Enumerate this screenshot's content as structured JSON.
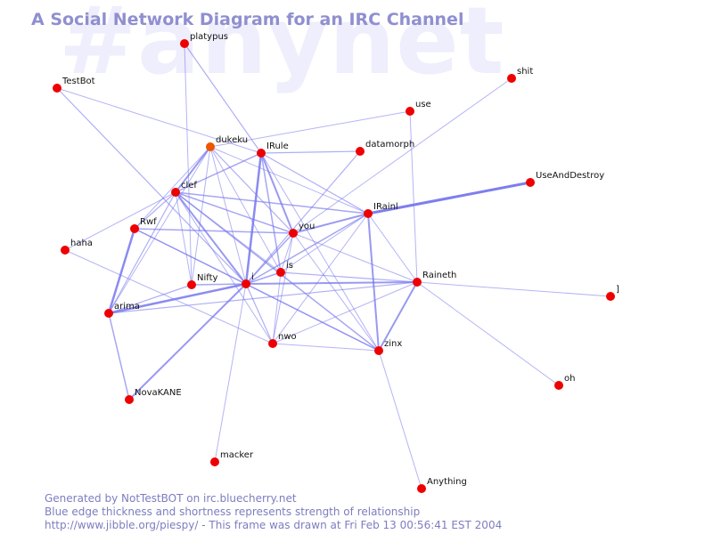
{
  "title": "A Social Network Diagram for an IRC Channel",
  "watermark": "#anynet",
  "footer": {
    "line1": "Generated by NotTestBOT on irc.bluecherry.net",
    "line2": "Blue edge thickness and shortness represents strength of relationship",
    "line3": "http://www.jibble.org/piespy/ - This frame was drawn at Fri Feb 13 00:56:41 EST 2004"
  },
  "colors": {
    "background": "#ffffff",
    "node": "#ee0000",
    "node_highlight": "#ee5500",
    "edge": "#7777ee",
    "title": "#8f8fd0",
    "watermark": "#eeeefc",
    "footer": "#7d7dc0"
  },
  "nodes": [
    {
      "id": "platypus",
      "label": "platypus"
    },
    {
      "id": "TestBot",
      "label": "TestBot"
    },
    {
      "id": "shit",
      "label": "shit"
    },
    {
      "id": "use",
      "label": "use"
    },
    {
      "id": "dukeku",
      "label": "dukeku",
      "highlight": true
    },
    {
      "id": "IRule",
      "label": "IRule"
    },
    {
      "id": "datamorph",
      "label": "datamorph"
    },
    {
      "id": "UseAndDestroy",
      "label": "UseAndDestroy"
    },
    {
      "id": "clef",
      "label": "clef"
    },
    {
      "id": "IRainl",
      "label": "IRainl"
    },
    {
      "id": "Rwf",
      "label": "Rwf"
    },
    {
      "id": "you",
      "label": "you"
    },
    {
      "id": "haha",
      "label": "haha"
    },
    {
      "id": "is",
      "label": "is"
    },
    {
      "id": "Nifty",
      "label": "Nifty"
    },
    {
      "id": "i",
      "label": "i"
    },
    {
      "id": "Raineth",
      "label": "Raineth"
    },
    {
      "id": "]",
      "label": "]"
    },
    {
      "id": "arima",
      "label": "arima"
    },
    {
      "id": "nwo",
      "label": "nwo"
    },
    {
      "id": "zinx",
      "label": "zinx"
    },
    {
      "id": "oh",
      "label": "oh"
    },
    {
      "id": "NovaKANE",
      "label": "NovaKANE"
    },
    {
      "id": "macker",
      "label": "macker"
    },
    {
      "id": "Anything",
      "label": "Anything"
    }
  ],
  "edges": [
    {
      "source": "platypus",
      "target": "IRule",
      "weight": 1.2
    },
    {
      "source": "platypus",
      "target": "Nifty",
      "weight": 1
    },
    {
      "source": "TestBot",
      "target": "IRule",
      "weight": 1
    },
    {
      "source": "TestBot",
      "target": "i",
      "weight": 1.2
    },
    {
      "source": "shit",
      "target": "you",
      "weight": 1
    },
    {
      "source": "use",
      "target": "Raineth",
      "weight": 1
    },
    {
      "source": "use",
      "target": "dukeku",
      "weight": 1
    },
    {
      "source": "dukeku",
      "target": "clef",
      "weight": 2
    },
    {
      "source": "dukeku",
      "target": "Nifty",
      "weight": 1
    },
    {
      "source": "dukeku",
      "target": "i",
      "weight": 1
    },
    {
      "source": "dukeku",
      "target": "you",
      "weight": 1.2
    },
    {
      "source": "dukeku",
      "target": "IRainl",
      "weight": 1
    },
    {
      "source": "dukeku",
      "target": "Rwf",
      "weight": 1
    },
    {
      "source": "dukeku",
      "target": "is",
      "weight": 1
    },
    {
      "source": "dukeku",
      "target": "arima",
      "weight": 1
    },
    {
      "source": "IRule",
      "target": "clef",
      "weight": 1.5
    },
    {
      "source": "IRule",
      "target": "i",
      "weight": 2.5
    },
    {
      "source": "IRule",
      "target": "you",
      "weight": 2
    },
    {
      "source": "IRule",
      "target": "datamorph",
      "weight": 1.2
    },
    {
      "source": "IRule",
      "target": "IRainl",
      "weight": 1.2
    },
    {
      "source": "IRule",
      "target": "is",
      "weight": 1.5
    },
    {
      "source": "IRule",
      "target": "zinx",
      "weight": 1
    },
    {
      "source": "datamorph",
      "target": "i",
      "weight": 1.2
    },
    {
      "source": "UseAndDestroy",
      "target": "IRainl",
      "weight": 3
    },
    {
      "source": "clef",
      "target": "IRainl",
      "weight": 1.5
    },
    {
      "source": "clef",
      "target": "you",
      "weight": 1.5
    },
    {
      "source": "clef",
      "target": "i",
      "weight": 2
    },
    {
      "source": "clef",
      "target": "is",
      "weight": 1
    },
    {
      "source": "clef",
      "target": "Nifty",
      "weight": 1
    },
    {
      "source": "clef",
      "target": "Rwf",
      "weight": 1.2
    },
    {
      "source": "clef",
      "target": "arima",
      "weight": 1.2
    },
    {
      "source": "clef",
      "target": "haha",
      "weight": 1
    },
    {
      "source": "clef",
      "target": "zinx",
      "weight": 1.5
    },
    {
      "source": "clef",
      "target": "nwo",
      "weight": 1
    },
    {
      "source": "IRainl",
      "target": "you",
      "weight": 2
    },
    {
      "source": "IRainl",
      "target": "i",
      "weight": 1.5
    },
    {
      "source": "IRainl",
      "target": "zinx",
      "weight": 2
    },
    {
      "source": "IRainl",
      "target": "nwo",
      "weight": 1
    },
    {
      "source": "IRainl",
      "target": "is",
      "weight": 1
    },
    {
      "source": "IRainl",
      "target": "Raineth",
      "weight": 1
    },
    {
      "source": "Rwf",
      "target": "you",
      "weight": 1.5
    },
    {
      "source": "Rwf",
      "target": "i",
      "weight": 1.5
    },
    {
      "source": "Rwf",
      "target": "arima",
      "weight": 2.5
    },
    {
      "source": "you",
      "target": "i",
      "weight": 1.5
    },
    {
      "source": "you",
      "target": "is",
      "weight": 1
    },
    {
      "source": "you",
      "target": "nwo",
      "weight": 1
    },
    {
      "source": "you",
      "target": "zinx",
      "weight": 1
    },
    {
      "source": "you",
      "target": "Raineth",
      "weight": 1
    },
    {
      "source": "haha",
      "target": "nwo",
      "weight": 1
    },
    {
      "source": "is",
      "target": "i",
      "weight": 1.5
    },
    {
      "source": "is",
      "target": "Raineth",
      "weight": 1.2
    },
    {
      "source": "is",
      "target": "nwo",
      "weight": 1
    },
    {
      "source": "Nifty",
      "target": "i",
      "weight": 1.5
    },
    {
      "source": "i",
      "target": "arima",
      "weight": 2.5
    },
    {
      "source": "i",
      "target": "Raineth",
      "weight": 2
    },
    {
      "source": "i",
      "target": "zinx",
      "weight": 1.5
    },
    {
      "source": "i",
      "target": "nwo",
      "weight": 1.2
    },
    {
      "source": "i",
      "target": "NovaKANE",
      "weight": 2
    },
    {
      "source": "i",
      "target": "macker",
      "weight": 1
    },
    {
      "source": "Raineth",
      "target": "zinx",
      "weight": 2
    },
    {
      "source": "Raineth",
      "target": "]",
      "weight": 1
    },
    {
      "source": "Raineth",
      "target": "oh",
      "weight": 1
    },
    {
      "source": "Raineth",
      "target": "nwo",
      "weight": 1
    },
    {
      "source": "Raineth",
      "target": "arima",
      "weight": 1.2
    },
    {
      "source": "arima",
      "target": "NovaKANE",
      "weight": 1.5
    },
    {
      "source": "arima",
      "target": "Nifty",
      "weight": 1.2
    },
    {
      "source": "nwo",
      "target": "zinx",
      "weight": 1
    },
    {
      "source": "zinx",
      "target": "Anything",
      "weight": 1
    },
    {
      "source": "zinx",
      "target": "Rwf",
      "weight": 1
    }
  ]
}
